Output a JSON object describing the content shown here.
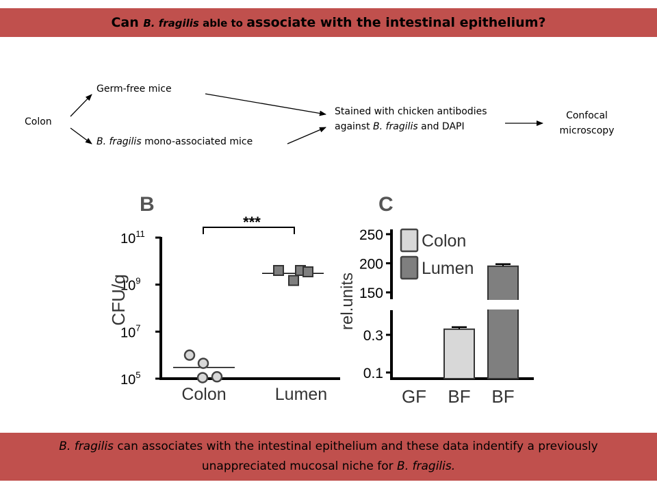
{
  "title": {
    "p1": "Can ",
    "p2": "B. fragilis",
    "p3": " able to ",
    "p4": "associate with the intestinal epithelium?"
  },
  "flow": {
    "colon": "Colon",
    "germ_free": "Germ-free mice",
    "mono_italic": "B. fragilis",
    "mono_rest": " mono-associated mice",
    "stained_line1": "Stained with chicken antibodies",
    "stained_line2_a": "against ",
    "stained_line2_b": "B. fragilis",
    "stained_line2_c": " and DAPI",
    "confocal_line1": "Confocal",
    "confocal_line2": "microscopy"
  },
  "chart_data": [
    {
      "type": "scatter",
      "panel_label": "B",
      "ylabel": "CFU/g",
      "yscale": "log",
      "ylim": [
        100000,
        100000000000
      ],
      "y_tick_labels": [
        "10^11",
        "10^9",
        "10^7",
        "10^5"
      ],
      "categories": [
        "Colon",
        "Lumen"
      ],
      "series": [
        {
          "category": "Colon",
          "marker": "circle",
          "values": [
            1000000,
            450000,
            110000,
            120000
          ],
          "median": 300000
        },
        {
          "category": "Lumen",
          "marker": "square",
          "values": [
            4000000000,
            4000000000,
            1500000000,
            3500000000
          ],
          "median": 3000000000
        }
      ],
      "annotation": "***"
    },
    {
      "type": "bar",
      "panel_label": "C",
      "ylabel": "rel.units",
      "broken_axis": true,
      "upper_ticks": [
        "250",
        "200",
        "150"
      ],
      "lower_ticks": [
        "0.3",
        "0.1"
      ],
      "categories": [
        "GF",
        "BF",
        "BF"
      ],
      "legend": [
        "Colon",
        "Lumen"
      ],
      "bars": [
        {
          "category": "GF",
          "series": "Colon",
          "value": 0
        },
        {
          "category": "BF",
          "series": "Colon",
          "value": 0.33
        },
        {
          "category": "BF",
          "series": "Lumen",
          "value": 195
        }
      ]
    }
  ],
  "conclusion": {
    "a": "B. fragilis",
    "b": " can associates with the intestinal epithelium and these data indentify a previously",
    "c": "unappreciated mucosal niche for ",
    "d": "B. fragilis."
  },
  "colors": {
    "banner": "#c0504d",
    "colon_fill": "#d8d8d8",
    "lumen_fill": "#7f7f7f"
  }
}
